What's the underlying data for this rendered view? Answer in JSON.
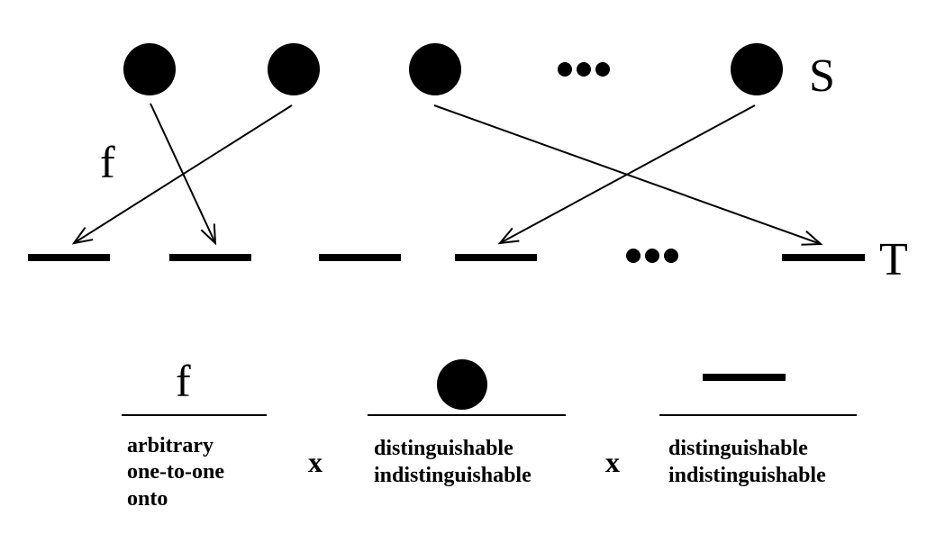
{
  "labels": {
    "source_set": "S",
    "target_set": "T",
    "function": "f",
    "ellipsis": "•••"
  },
  "legend": {
    "function_symbol": "f",
    "times": "x",
    "function_options": [
      "arbitrary",
      "one-to-one",
      "onto"
    ],
    "ball_options": [
      "distinguishable",
      "indistinguishable"
    ],
    "bin_options": [
      "distinguishable",
      "indistinguishable"
    ]
  },
  "colors": {
    "ink": "#000000",
    "background": "#ffffff"
  }
}
